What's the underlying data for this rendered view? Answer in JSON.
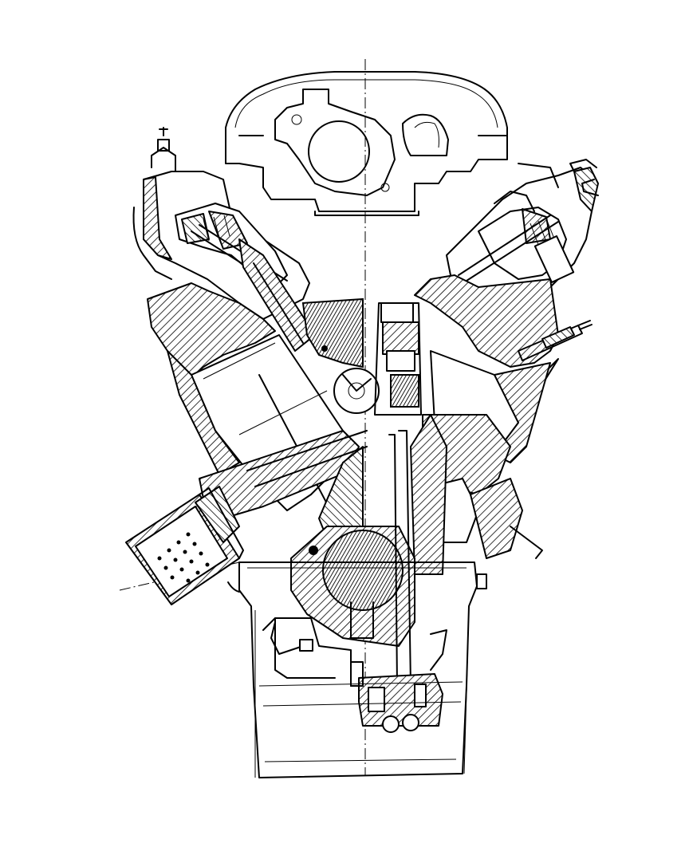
{
  "figure": {
    "colors": {
      "ink": "#000000",
      "paper": "#ffffff"
    },
    "parts": [
      "intake-manifold",
      "throttle-body",
      "left-cylinder-head",
      "right-cylinder-head",
      "left-valve-train",
      "right-valve-train",
      "left-cylinder-bore",
      "right-cylinder-bore",
      "spark-plug",
      "camshaft",
      "distributor-drive-gear",
      "oil-filter",
      "crankshaft-counterweight",
      "oil-pickup",
      "oil-pump",
      "oil-pan"
    ]
  }
}
